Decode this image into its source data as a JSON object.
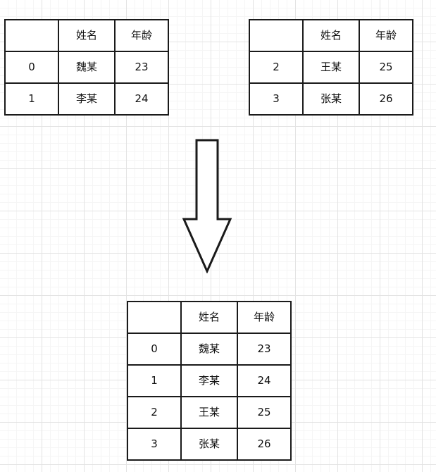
{
  "diagram": {
    "title": "pandas concat of two dataframes",
    "background": {
      "type": "graph-paper",
      "minor_grid_color": "#f5f5f5",
      "major_grid_color": "#e3e3e3"
    },
    "arrow": {
      "direction": "down",
      "label": "",
      "stroke_color": "#1a1a1a",
      "fill_color": "#ffffff"
    }
  },
  "tables": {
    "left": {
      "name": "source-table-1",
      "columns": [
        "",
        "姓名",
        "年龄"
      ],
      "rows": [
        {
          "index": "0",
          "name": "魏某",
          "age": "23"
        },
        {
          "index": "1",
          "name": "李某",
          "age": "24"
        }
      ]
    },
    "right": {
      "name": "source-table-2",
      "columns": [
        "",
        "姓名",
        "年龄"
      ],
      "rows": [
        {
          "index": "2",
          "name": "王某",
          "age": "25"
        },
        {
          "index": "3",
          "name": "张某",
          "age": "26"
        }
      ]
    },
    "result": {
      "name": "result-table",
      "columns": [
        "",
        "姓名",
        "年龄"
      ],
      "rows": [
        {
          "index": "0",
          "name": "魏某",
          "age": "23"
        },
        {
          "index": "1",
          "name": "李某",
          "age": "24"
        },
        {
          "index": "2",
          "name": "王某",
          "age": "25"
        },
        {
          "index": "3",
          "name": "张某",
          "age": "26"
        }
      ]
    }
  }
}
